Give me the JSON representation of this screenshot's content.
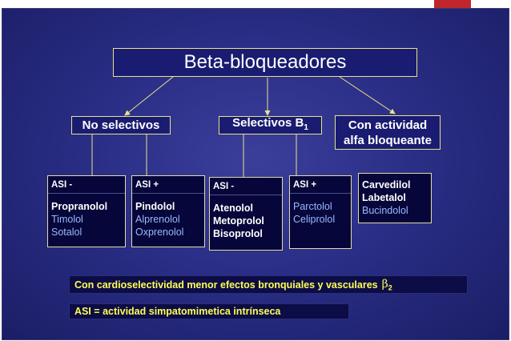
{
  "title": "Beta-bloqueadores",
  "categories": {
    "no_selectivos": "No selectivos",
    "selectivos": "Selectivos B",
    "selectivos_sub": "1",
    "alfa_line1": "Con actividad",
    "alfa_line2": "alfa bloqueante"
  },
  "groups": [
    {
      "header": "ASI -",
      "items": [
        "Propranolol",
        "Timolol",
        "Sotalol"
      ]
    },
    {
      "header": "ASI +",
      "items": [
        "Pindolol",
        "Alprenolol",
        "Oxprenolol"
      ]
    },
    {
      "header": "ASI -",
      "items": [
        "Atenolol",
        "Metoprolol",
        "Bisoprolol"
      ]
    },
    {
      "header": "ASI +",
      "items": [
        "Parctolol",
        "Celiprolol"
      ]
    },
    {
      "header": "",
      "items": [
        "Carvedilol",
        "Labetalol",
        "Bucindolol"
      ]
    }
  ],
  "notes": {
    "cardio": "Con cardioselectividad menor efectos bronquiales y vasculares",
    "beta_symbol": "β",
    "beta_sub": "2",
    "asi": "ASI = actividad simpatomimetica intrínseca"
  },
  "colors": {
    "background": "#2a2e86",
    "box_fill": "#1a1c72",
    "leaf_fill": "#06063a",
    "border": "#e8e28c",
    "note_text": "#ffff55",
    "blue_text": "#9ab9ff",
    "accent": "#c0262b"
  }
}
